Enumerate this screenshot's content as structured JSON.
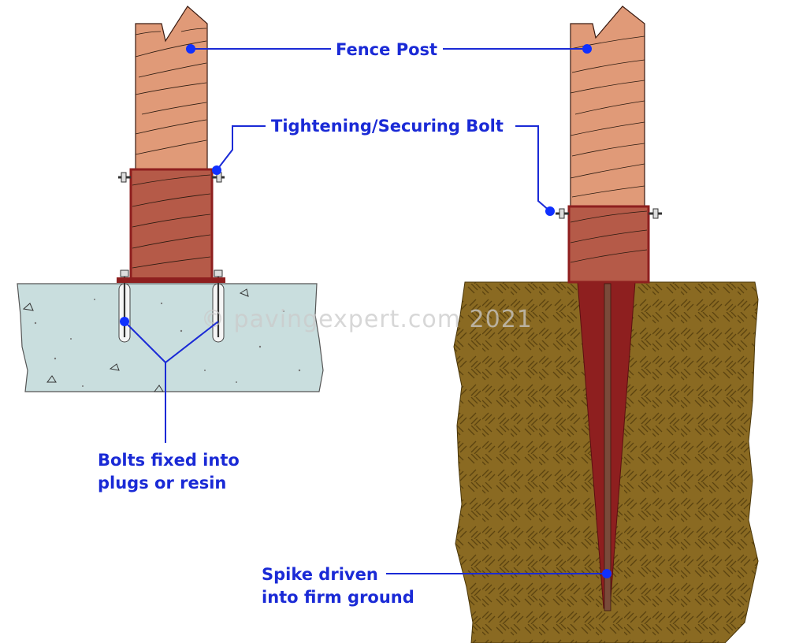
{
  "labels": {
    "fence_post": "Fence Post",
    "tightening_bolt": "Tightening/Securing Bolt",
    "bolts_fixed_line1": "Bolts fixed into",
    "bolts_fixed_line2": "plugs or resin",
    "spike_line1": "Spike driven",
    "spike_line2": "into firm ground"
  },
  "watermark": "© pavingexpert.com 2021",
  "colors": {
    "label_blue": "#1a2ad6",
    "post_wood": "#e09a78",
    "bracket_wood": "#b55a48",
    "steel_red": "#8e1f1f",
    "concrete": "#c9dede",
    "soil": "#8a6a22"
  }
}
